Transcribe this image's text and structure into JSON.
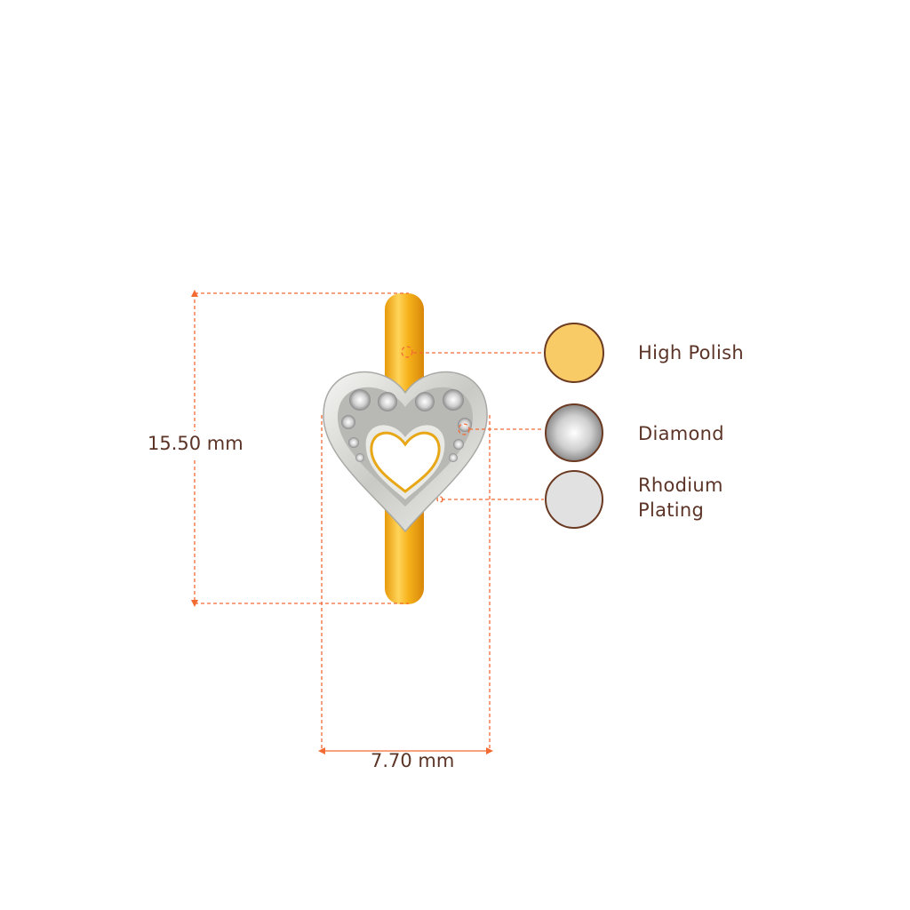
{
  "dimensions": {
    "height": "15.50 mm",
    "width": "7.70 mm"
  },
  "materials": [
    {
      "label": "High Polish",
      "swatch_color": "#f8cb67"
    },
    {
      "label": "Diamond",
      "swatch_color": "#e8e8e8"
    },
    {
      "label": "Rhodium Plating",
      "swatch_color": "#e1e1e1"
    }
  ],
  "colors": {
    "accent_line": "#f36a33",
    "text": "#5b3427",
    "swatch_border": "#6b3a22",
    "gold": "#f3b51c",
    "silver": "#d9d9d6"
  }
}
